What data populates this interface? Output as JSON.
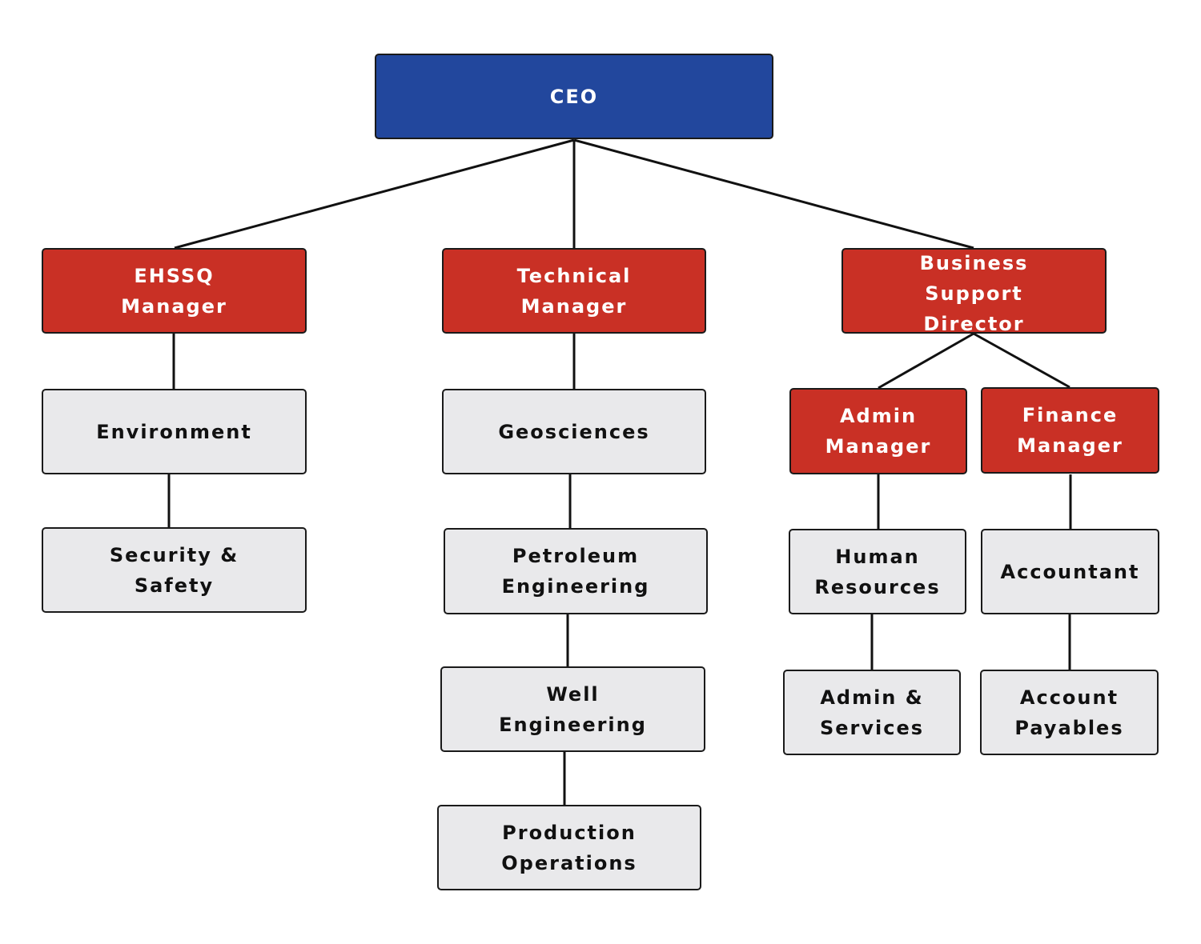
{
  "nodes": {
    "ceo": "CEO",
    "ehssq": "EHSSQ\nManager",
    "technical": "Technical\nManager",
    "business": "Business\nSupport\nDirector",
    "admin_mgr": "Admin\nManager",
    "finance_mgr": "Finance\nManager",
    "environment": "Environment",
    "security": "Security &\nSafety",
    "geosciences": "Geosciences",
    "petroleum": "Petroleum\nEngineering",
    "well": "Well\nEngineering",
    "production": "Production\nOperations",
    "hr": "Human\nResources",
    "admin_services": "Admin &\nServices",
    "accountant": "Accountant",
    "payables": "Account\nPayables"
  },
  "colors": {
    "ceo_fill": "#22479d",
    "manager_fill": "#c93025",
    "department_fill": "#e9e9eb",
    "line": "#111111"
  }
}
